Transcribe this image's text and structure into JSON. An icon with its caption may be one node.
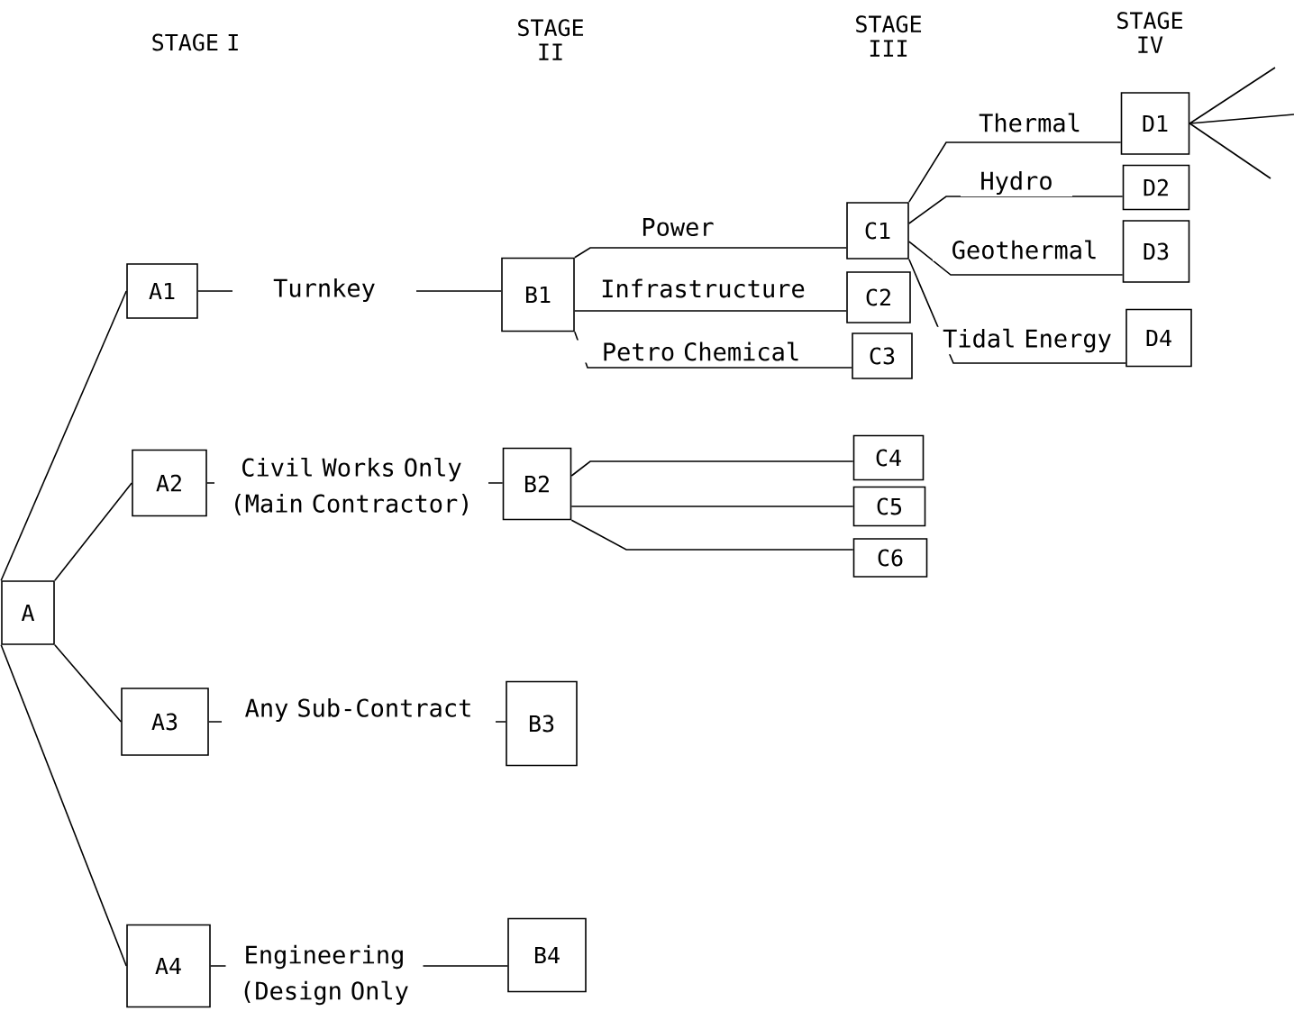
{
  "diagram": {
    "nodes": [
      {
        "text": [
          "A"
        ]
      },
      {
        "text": [
          "A1"
        ]
      },
      {
        "text": [
          "A2"
        ]
      },
      {
        "text": [
          "A3"
        ]
      },
      {
        "text": [
          "A4"
        ]
      },
      {
        "text": [
          "B1"
        ]
      },
      {
        "text": [
          "B2"
        ]
      },
      {
        "text": [
          "B3"
        ]
      },
      {
        "text": [
          "B4"
        ]
      },
      {
        "text": [
          "C1"
        ]
      },
      {
        "text": [
          "C2"
        ]
      },
      {
        "text": [
          "C3"
        ]
      },
      {
        "text": [
          "C4"
        ]
      },
      {
        "text": [
          "C5"
        ]
      },
      {
        "text": [
          "C6"
        ]
      },
      {
        "text": [
          "D1"
        ]
      },
      {
        "text": [
          "D2"
        ]
      },
      {
        "text": [
          "D3"
        ]
      },
      {
        "text": [
          "D4"
        ]
      }
    ],
    "edges": [
      {
        "from": 0,
        "to": 1,
        "arrow": "none"
      },
      {
        "from": 0,
        "to": 2,
        "arrow": "none"
      },
      {
        "from": 0,
        "to": 3,
        "arrow": "none"
      },
      {
        "from": 0,
        "to": 4,
        "arrow": "none"
      },
      {
        "from": 1,
        "to": 5,
        "arrow": "none",
        "label": "Turnkey"
      },
      {
        "from": 2,
        "to": 6,
        "arrow": "none",
        "label": "Civil Works Only (Main Contractor)"
      },
      {
        "from": 3,
        "to": 7,
        "arrow": "none",
        "label": "Any Sub-Contract"
      },
      {
        "from": 4,
        "to": 8,
        "arrow": "none",
        "label": "Engineering (Design Only"
      },
      {
        "from": 5,
        "to": 9,
        "arrow": "none",
        "label": "Power"
      },
      {
        "from": 5,
        "to": 10,
        "arrow": "none",
        "label": "Infrastructure"
      },
      {
        "from": 5,
        "to": 11,
        "arrow": "none",
        "label": "Petro Chemical"
      },
      {
        "from": 6,
        "to": 12,
        "arrow": "none"
      },
      {
        "from": 6,
        "to": 13,
        "arrow": "none"
      },
      {
        "from": 6,
        "to": 14,
        "arrow": "none"
      },
      {
        "from": 9,
        "to": 15,
        "arrow": "none",
        "label": "Thermal"
      },
      {
        "from": 9,
        "to": 16,
        "arrow": "none",
        "label": "Hydro"
      },
      {
        "from": 9,
        "to": 17,
        "arrow": "none",
        "label": "Geothermal"
      },
      {
        "from": 9,
        "to": 18,
        "arrow": "none",
        "label": "Tidal Energy"
      },
      {
        "from": 15,
        "to": null,
        "arrow": "none"
      },
      {
        "from": 15,
        "to": null,
        "arrow": "none"
      },
      {
        "from": 15,
        "to": null,
        "arrow": "none"
      }
    ],
    "labels": [
      "STAGE I",
      "STAGE II",
      "STAGE III",
      "STAGE IV"
    ]
  }
}
